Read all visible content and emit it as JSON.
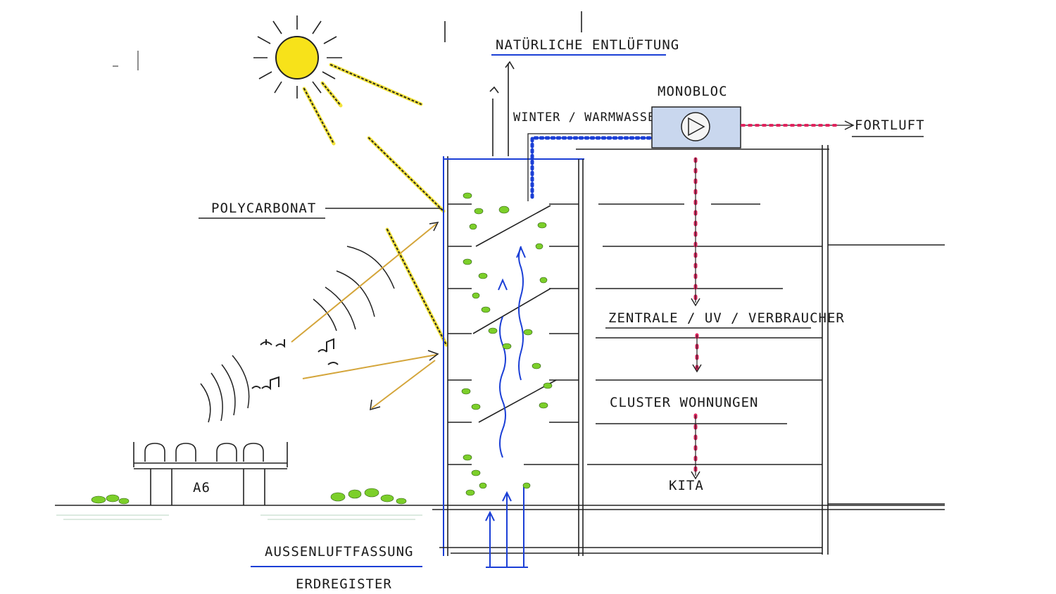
{
  "labels": {
    "natural_ventilation": "NATÜRLICHE ENTLÜFTUNG",
    "monobloc": "MONOBLOC",
    "winter_hot_water": "WINTER / WARMWASSER",
    "exhaust_air": "FORTLUFT",
    "polycarbonate": "POLYCARBONAT",
    "central_uv_consumers": "ZENTRALE / UV / VERBRAUCHER",
    "cluster_apartments": "CLUSTER WOHNUNGEN",
    "kita": "KITA",
    "a6": "A6",
    "outside_air_intake": "AUSSENLUFTFASSUNG",
    "ground_register": "ERDREGISTER"
  },
  "colors": {
    "sun": "#f7e21a",
    "sun_ray": "#f2e23a",
    "supply_blue": "#1b3fd6",
    "exhaust_red": "#e0245e",
    "plants": "#7ccf2a",
    "ink": "#1a1a1a",
    "monobloc_fill": "#c9d7ee",
    "sound_arrow": "#d4a53a"
  }
}
